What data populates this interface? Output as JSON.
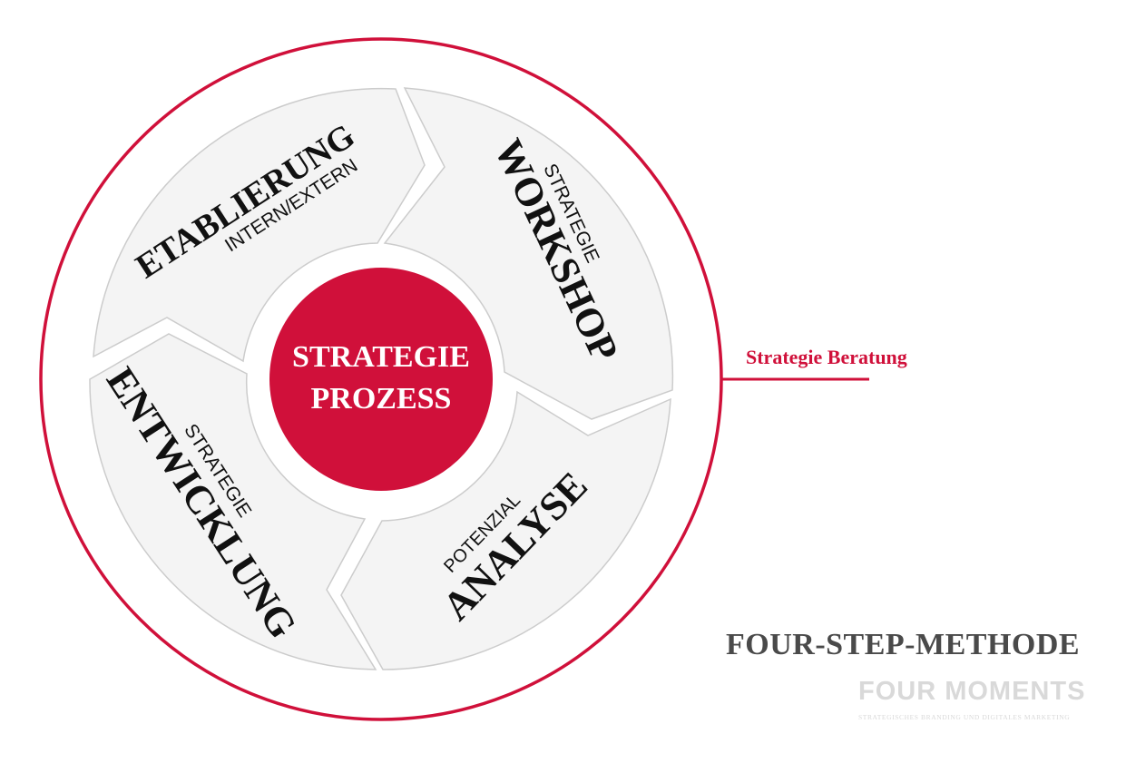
{
  "center": {
    "line1": "STRATEGIE",
    "line2": "PROZESS"
  },
  "steps": [
    {
      "id": "etablierung",
      "title": "ETABLIERUNG",
      "subtitle": "INTERN/EXTERN"
    },
    {
      "id": "workshop",
      "title": "WORKSHOP",
      "subtitle": "STRATEGIE"
    },
    {
      "id": "analyse",
      "title": "ANALYSE",
      "subtitle": "POTENZIAL"
    },
    {
      "id": "entwicklung",
      "title": "ENTWICKLUNG",
      "subtitle": "STRATEGIE"
    }
  ],
  "side_label": "Strategie Beratung",
  "method_title": "FOUR-STEP-METHODE",
  "brand": {
    "name": "FOUR MOMENTS",
    "tagline": "STRATEGISCHES BRANDING UND DIGITALES MARKETING"
  },
  "colors": {
    "accent": "#d0103a",
    "method_text": "#4a4a4a",
    "brand_watermark": "#d9d9d9",
    "segment_fill": "#f4f4f4",
    "segment_stroke": "#cccccc"
  }
}
